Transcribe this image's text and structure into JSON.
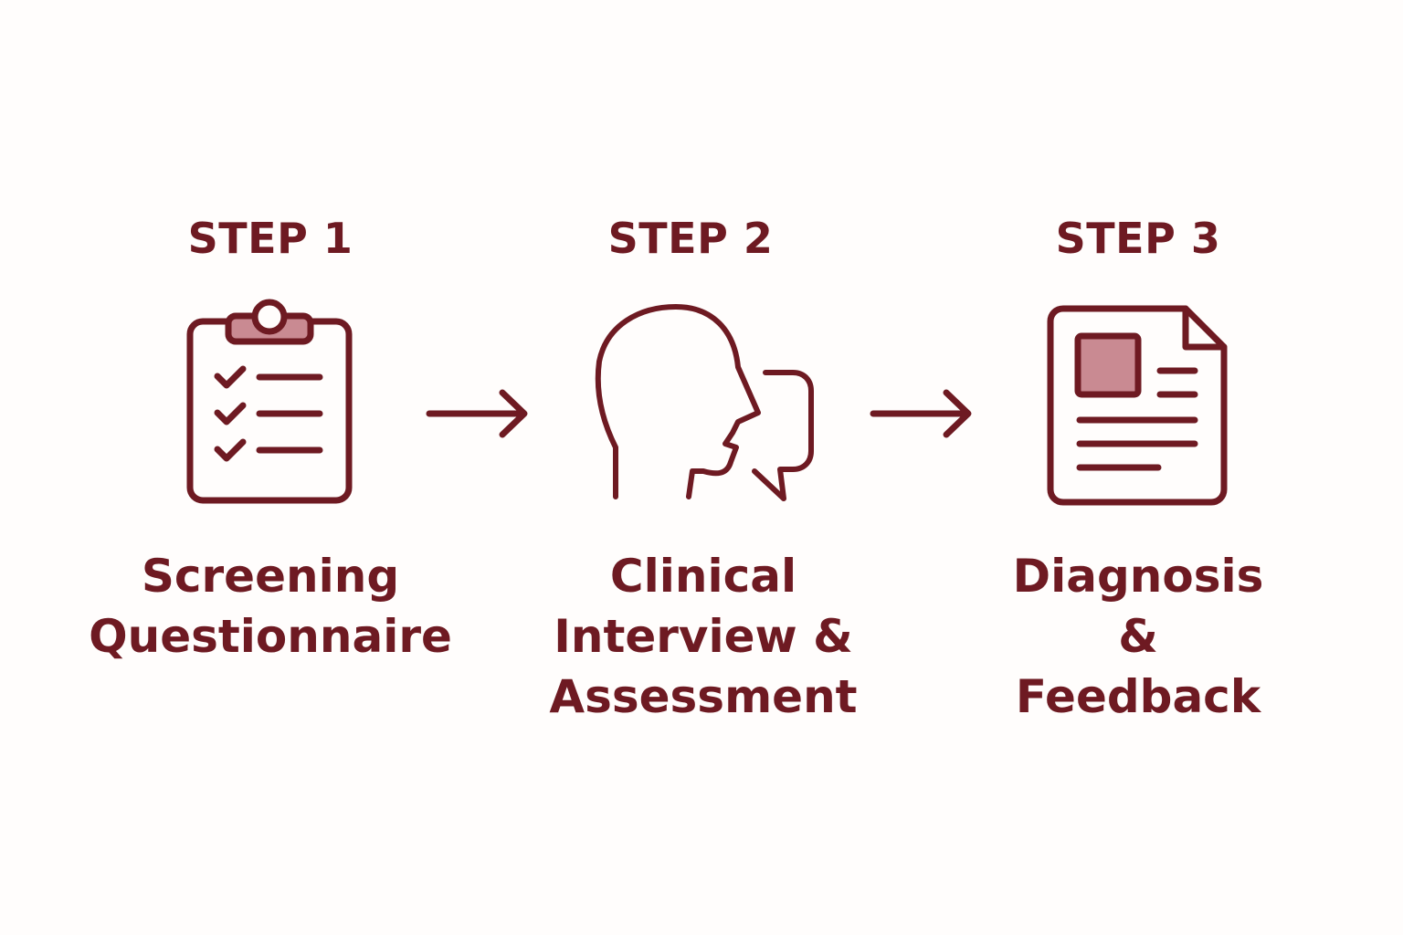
{
  "colors": {
    "primary": "#6e1a22",
    "accent_fill": "#c98a92",
    "background": "#fffdfc"
  },
  "steps": [
    {
      "title": "STEP 1",
      "label": "Screening\nQuestionnaire",
      "icon": "clipboard-checklist-icon"
    },
    {
      "title": "STEP 2",
      "label": "Clinical\nInterview &\nAssessment",
      "icon": "head-speech-bubble-icon"
    },
    {
      "title": "STEP 3",
      "label": "Diagnosis\n& Feedback",
      "icon": "document-report-icon"
    }
  ],
  "connectors": [
    "arrow-right-icon",
    "arrow-right-icon"
  ]
}
